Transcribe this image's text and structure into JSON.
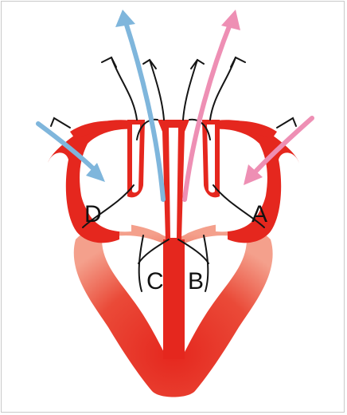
{
  "diagram": {
    "labels": {
      "A": "A",
      "B": "B",
      "C": "C",
      "D": "D"
    },
    "colors": {
      "muscle": "#e5271e",
      "muscle_light": "#f6b9a6",
      "cavity": "#ffffff",
      "vessel_outline": "#151515",
      "deoxygenated_arrow": "#7fb6dc",
      "oxygenated_arrow": "#ee8fb4"
    },
    "icons": [
      "heart-diagram",
      "blood-flow-arrow"
    ]
  }
}
